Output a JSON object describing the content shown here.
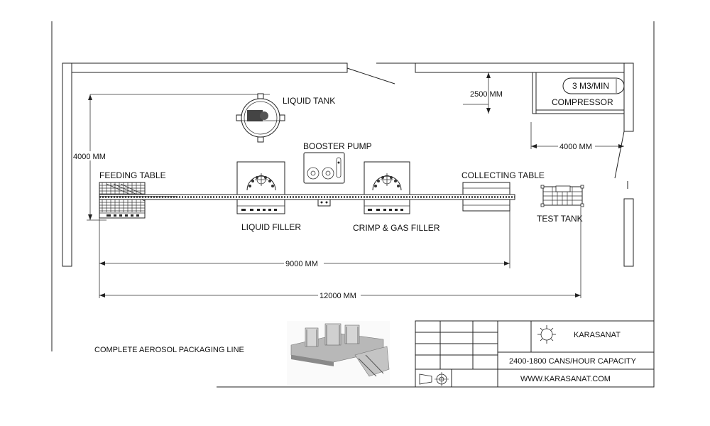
{
  "labels": {
    "liquid_tank": "LIQUID TANK",
    "compressor": "COMPRESSOR",
    "compressor_capacity": "3 M3/MIN",
    "booster_pump": "BOOSTER PUMP",
    "feeding_table": "FEEDING TABLE",
    "collecting_table": "COLLECTING TABLE",
    "liquid_filler": "LIQUID FILLER",
    "crimp_gas_filler": "CRIMP & GAS FILLER",
    "test_tank": "TEST TANK"
  },
  "dimensions": {
    "room_depth": "4000 MM",
    "compressor_depth": "2500 MM",
    "compressor_width": "4000 MM",
    "line_length": "9000 MM",
    "total_length": "12000 MM"
  },
  "caption": "COMPLETE AEROSOL PACKAGING LINE",
  "title_block": {
    "company": "KARASANAT",
    "capacity": "2400-1800 CANS/HOUR CAPACITY",
    "website": "WWW.KARASANAT.COM"
  }
}
